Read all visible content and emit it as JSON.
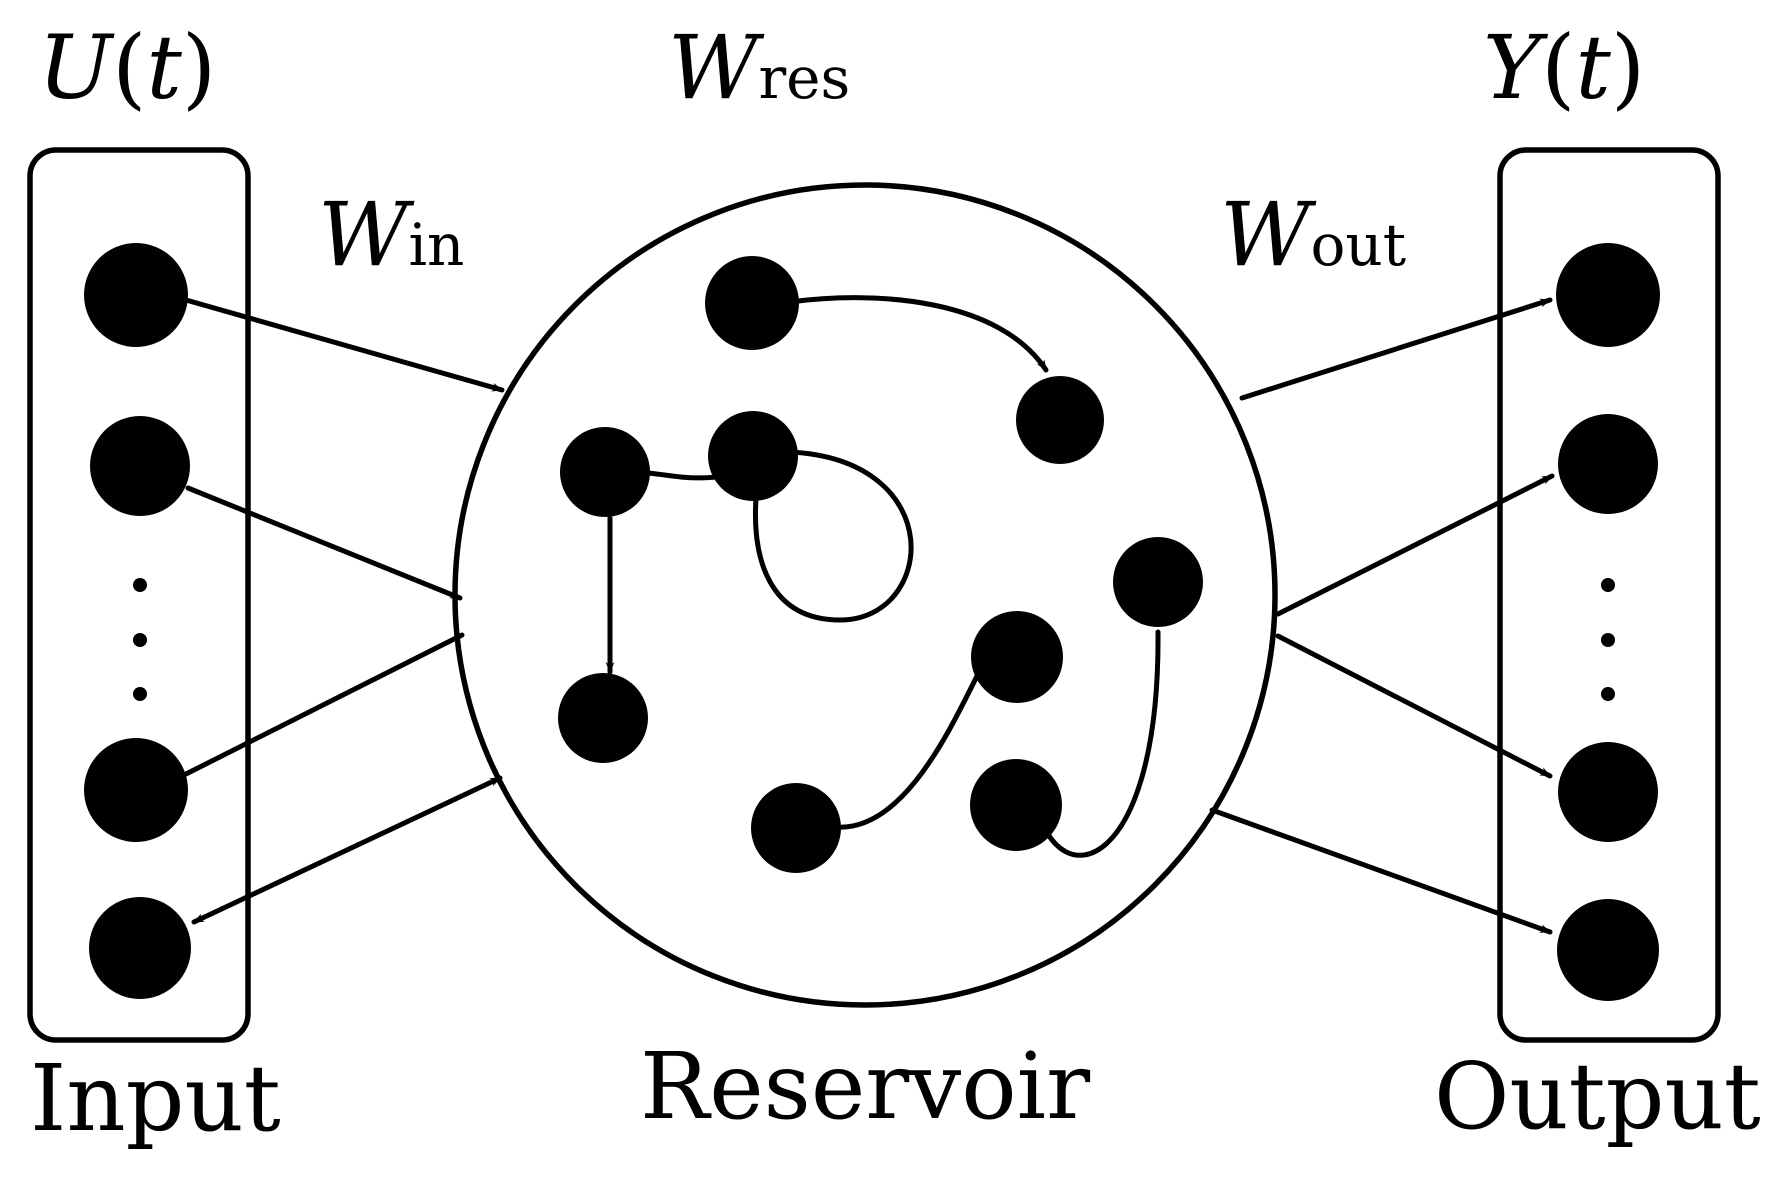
{
  "labels": {
    "input_signal": {
      "main": "U",
      "paren_open": "(",
      "var": "t",
      "paren_close": ")"
    },
    "output_signal": {
      "main": "Y",
      "paren_open": "(",
      "var": "t",
      "paren_close": ")"
    },
    "w_res": {
      "main": "W",
      "sub": "res"
    },
    "w_in": {
      "main": "W",
      "sub": "in"
    },
    "w_out": {
      "main": "W",
      "sub": "out"
    },
    "input": "Input",
    "reservoir": "Reservoir",
    "output": "Output"
  },
  "ellipsis": "⋮",
  "colors": {
    "ink": "#000000",
    "background": "#ffffff"
  }
}
